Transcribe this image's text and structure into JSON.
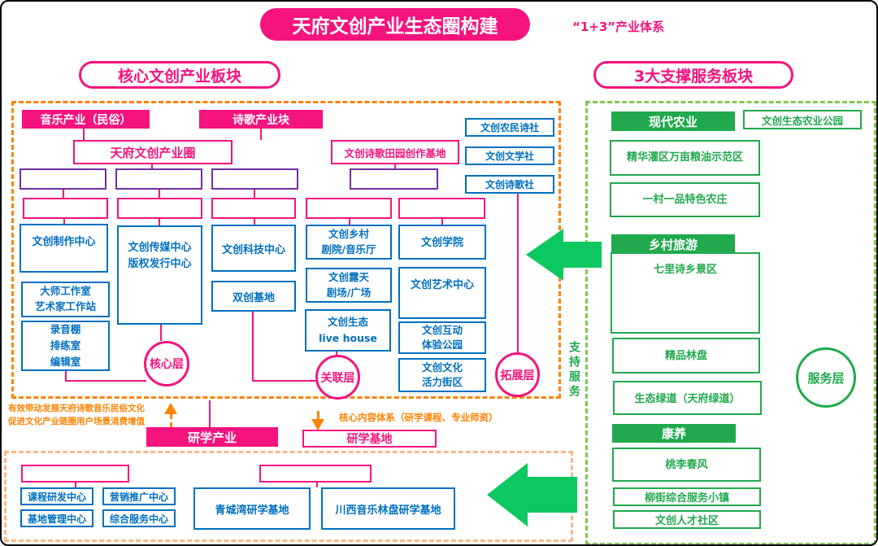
{
  "header": {
    "title": "天府文创产业生态圈构建",
    "system_label": "“1+3”产业体系"
  },
  "left_panel": {
    "header": "核心文创产业板块",
    "music_industry": "音乐产业（民俗）",
    "poetry_industry": "诗歌产业块",
    "tianfu_circle": "天府文创产业圈",
    "poetry_base": "文创诗歌田园创作基地",
    "societies": [
      "文创农民诗社",
      "文创文学社",
      "文创诗歌社"
    ],
    "col1": {
      "box1": "文创制作中心",
      "box2": "大师工作室\n艺术家工作站",
      "box3": "录音棚\n排练室\n编辑室"
    },
    "col2": {
      "box1": "文创传媒中心\n版权发行中心"
    },
    "col3": {
      "box1": "文创科技中心",
      "box2": "双创基地"
    },
    "col4": {
      "box1": "文创乡村\n剧院/音乐厅",
      "box2": "文创露天\n剧场/广场",
      "box3": "文创生态\nlive house"
    },
    "col5": {
      "box1": "文创学院",
      "box2": "文创艺术中心",
      "box3": "文创互动\n体验公园",
      "box4": "文创文化\n活力街区"
    },
    "layers": {
      "core": "核心层",
      "related": "关联层",
      "extended": "拓展层"
    }
  },
  "support_label": "支持服务",
  "right_panel": {
    "header": "3大支撑服务板块",
    "sections": [
      {
        "title": "现代农业",
        "side_box": "文创生态农业公园",
        "items": [
          "精华灌区万亩粮油示范区",
          "一村一品特色农庄"
        ]
      },
      {
        "title": "乡村旅游",
        "items": [
          "七里诗乡景区",
          "精品林盘",
          "生态绿道（天府绿道）"
        ]
      },
      {
        "title": "康养",
        "items": [
          "桃李春风",
          "柳街综合服务小镇",
          "文创人才社区"
        ]
      }
    ],
    "service_layer": "服务层"
  },
  "study_section": {
    "annotation_left_line1": "有效带动发展天府诗歌音乐民俗文化",
    "annotation_left_line2": "促进文化产业链圈用户场景消费增值",
    "annotation_right": "核心内容体系（研学课程、专业师资）",
    "study_industry": "研学产业",
    "study_base": "研学基地",
    "centers": [
      "课程研发中心",
      "营销推广中心",
      "基地管理中心",
      "综合服务中心"
    ],
    "bases": [
      "青城湾研学基地",
      "川西音乐林盘研学基地"
    ]
  },
  "colors": {
    "pink": "#F5137E",
    "orange": "#FF8201",
    "peach": "#F6B988",
    "blue": "#0070C0",
    "purple": "#7030A0",
    "green": "#21A94D",
    "green_border": "#7EC850",
    "green_arrow": "#0DC860"
  }
}
